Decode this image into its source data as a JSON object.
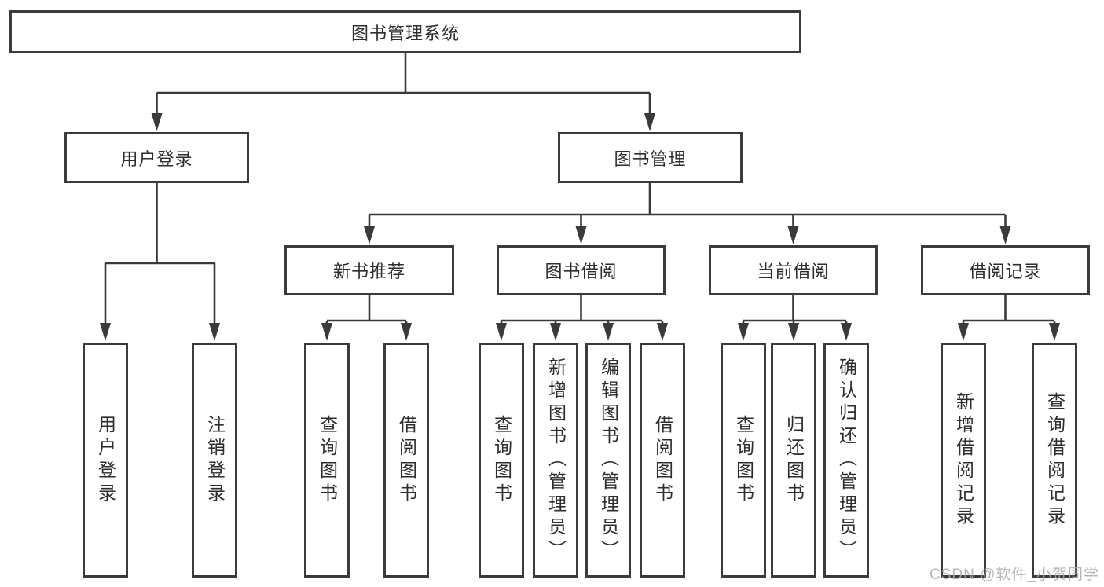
{
  "diagram": {
    "root": "图书管理系统",
    "level2": {
      "user_login": "用户登录",
      "book_mgmt": "图书管理"
    },
    "level3": {
      "new_books": "新书推荐",
      "book_borrow": "图书借阅",
      "current_borrow": "当前借阅",
      "borrow_records": "借阅记录"
    },
    "leaves": {
      "login": "用户登录",
      "logout": "注销登录",
      "nb_query": "查询图书",
      "nb_borrow": "借阅图书",
      "bb_query": "查询图书",
      "bb_add": "新增图书（管理员）",
      "bb_edit": "编辑图书（管理员）",
      "bb_borrow": "借阅图书",
      "cb_query": "查询图书",
      "cb_return": "归还图书",
      "cb_confirm": "确认归还（管理员）",
      "br_add": "新增借阅记录",
      "br_query": "查询借阅记录"
    }
  },
  "watermark": "CSDN @软件_小贺同学",
  "colors": {
    "line": "#3a3a3a",
    "box_border": "#3b3b3b",
    "text": "#2d2d2d",
    "watermark": "#aaaaaa",
    "background": "#ffffff"
  }
}
